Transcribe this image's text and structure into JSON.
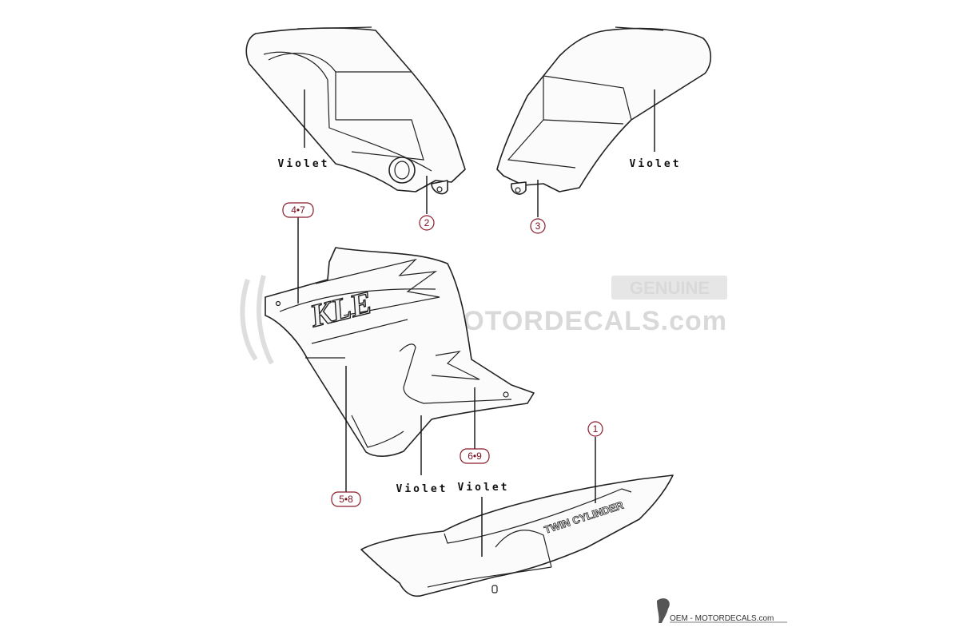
{
  "labels": {
    "violet_left_tank": "Violet",
    "violet_right_tank": "Violet",
    "violet_shroud": "Violet",
    "violet_cover": "Violet"
  },
  "callouts": {
    "left_tank": "2",
    "right_tank": "3",
    "shroud_upper": "4•7",
    "shroud_lower": "5•8",
    "shroud_front": "6•9",
    "side_cover": "1"
  },
  "decal_text": {
    "shroud_logo": "KLE",
    "cover_text": "TWIN CYLINDER"
  },
  "watermark": {
    "badge": "GENUINE",
    "site": "OEM-MOTORDECALS.com"
  },
  "footer": {
    "text": "OEM - MOTORDECALS.com"
  },
  "colors": {
    "callout": "#8a1a2a",
    "line": "#222222",
    "watermark": "#d9d9d9"
  }
}
